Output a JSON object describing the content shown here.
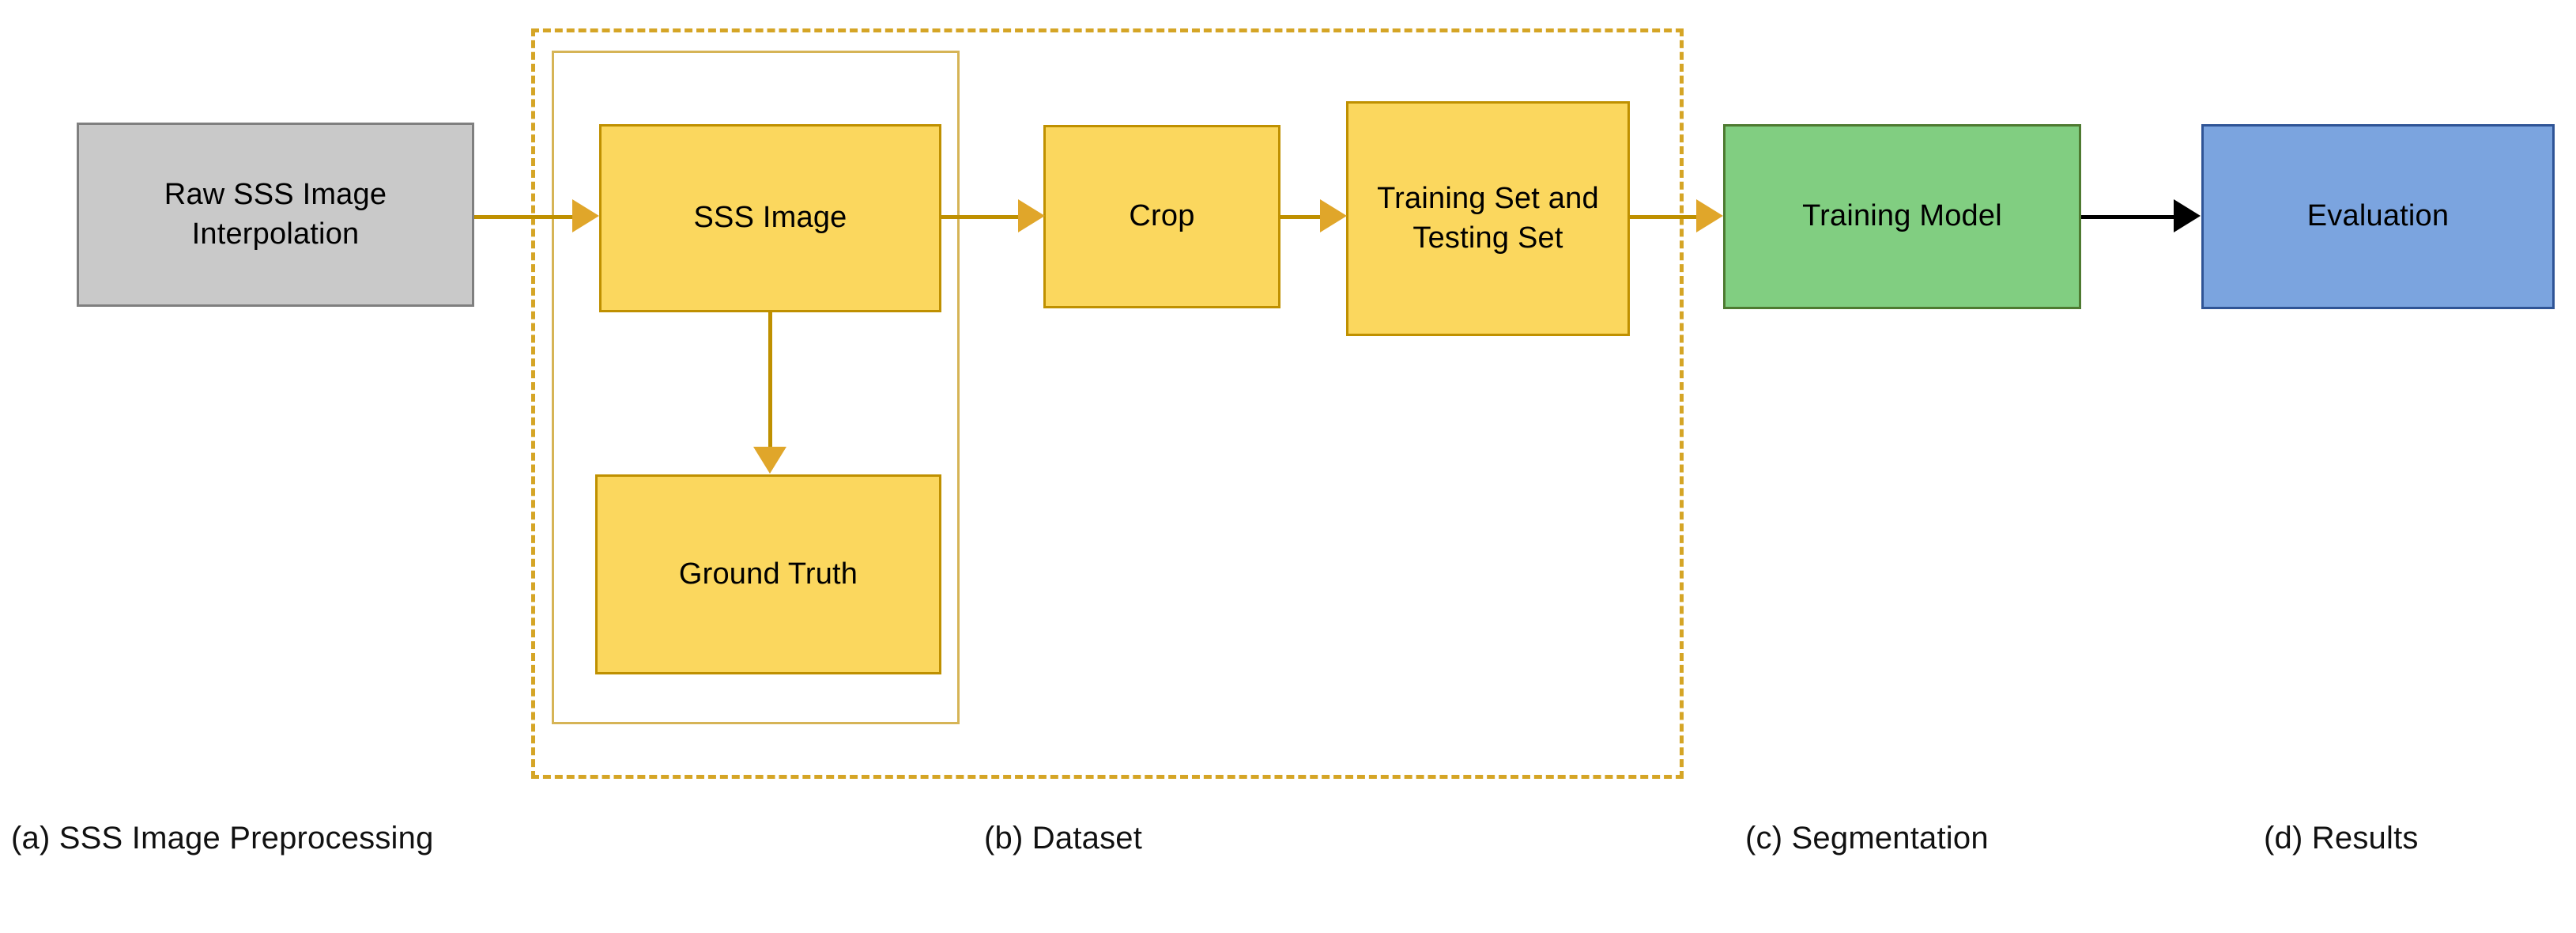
{
  "diagram": {
    "title": "SSS image segmentation pipeline flowchart",
    "background_color": "#ffffff",
    "palette": {
      "gray_fill": "#c9c9c9",
      "gray_border": "#7f7f7f",
      "yellow_fill": "#fbd75e",
      "yellow_border": "#bf9000",
      "green_fill": "#81ce81",
      "green_border": "#4e7a31",
      "blue_fill": "#7ba4df",
      "blue_border": "#2f5496",
      "dashed_frame": "#d5a526",
      "solid_frame": "#d6b456",
      "arrow_yellow": "#e0a62a",
      "arrow_black": "#000000"
    },
    "nodes": [
      {
        "id": "raw_sss",
        "label": "Raw SSS Image\nInterpolation",
        "color": "gray"
      },
      {
        "id": "sss_image",
        "label": "SSS Image",
        "color": "yellow"
      },
      {
        "id": "ground_truth",
        "label": "Ground Truth",
        "color": "yellow"
      },
      {
        "id": "crop",
        "label": "Crop",
        "color": "yellow"
      },
      {
        "id": "train_test",
        "label": "Training Set and\nTesting Set",
        "color": "yellow"
      },
      {
        "id": "training_model",
        "label": "Training Model",
        "color": "green"
      },
      {
        "id": "evaluation",
        "label": "Evaluation",
        "color": "blue"
      }
    ],
    "edges": [
      {
        "from": "raw_sss",
        "to": "sss_image",
        "style": "yellow",
        "direction": "right"
      },
      {
        "from": "sss_image",
        "to": "ground_truth",
        "style": "yellow",
        "direction": "down"
      },
      {
        "from": "sss_image",
        "to": "crop",
        "style": "yellow",
        "direction": "right"
      },
      {
        "from": "crop",
        "to": "train_test",
        "style": "yellow",
        "direction": "right"
      },
      {
        "from": "train_test",
        "to": "training_model",
        "style": "yellow",
        "direction": "right"
      },
      {
        "from": "training_model",
        "to": "evaluation",
        "style": "black",
        "direction": "right"
      }
    ],
    "groups": [
      {
        "id": "dataset_dashed",
        "style": "dashed",
        "color": "#d5a526"
      },
      {
        "id": "dataset_inner_solid",
        "style": "solid",
        "color": "#d6b456"
      }
    ],
    "captions": [
      {
        "id": "caption_a",
        "text": "(a) SSS Image Preprocessing"
      },
      {
        "id": "caption_b",
        "text": "(b) Dataset"
      },
      {
        "id": "caption_c",
        "text": "(c) Segmentation"
      },
      {
        "id": "caption_d",
        "text": "(d) Results"
      }
    ]
  }
}
